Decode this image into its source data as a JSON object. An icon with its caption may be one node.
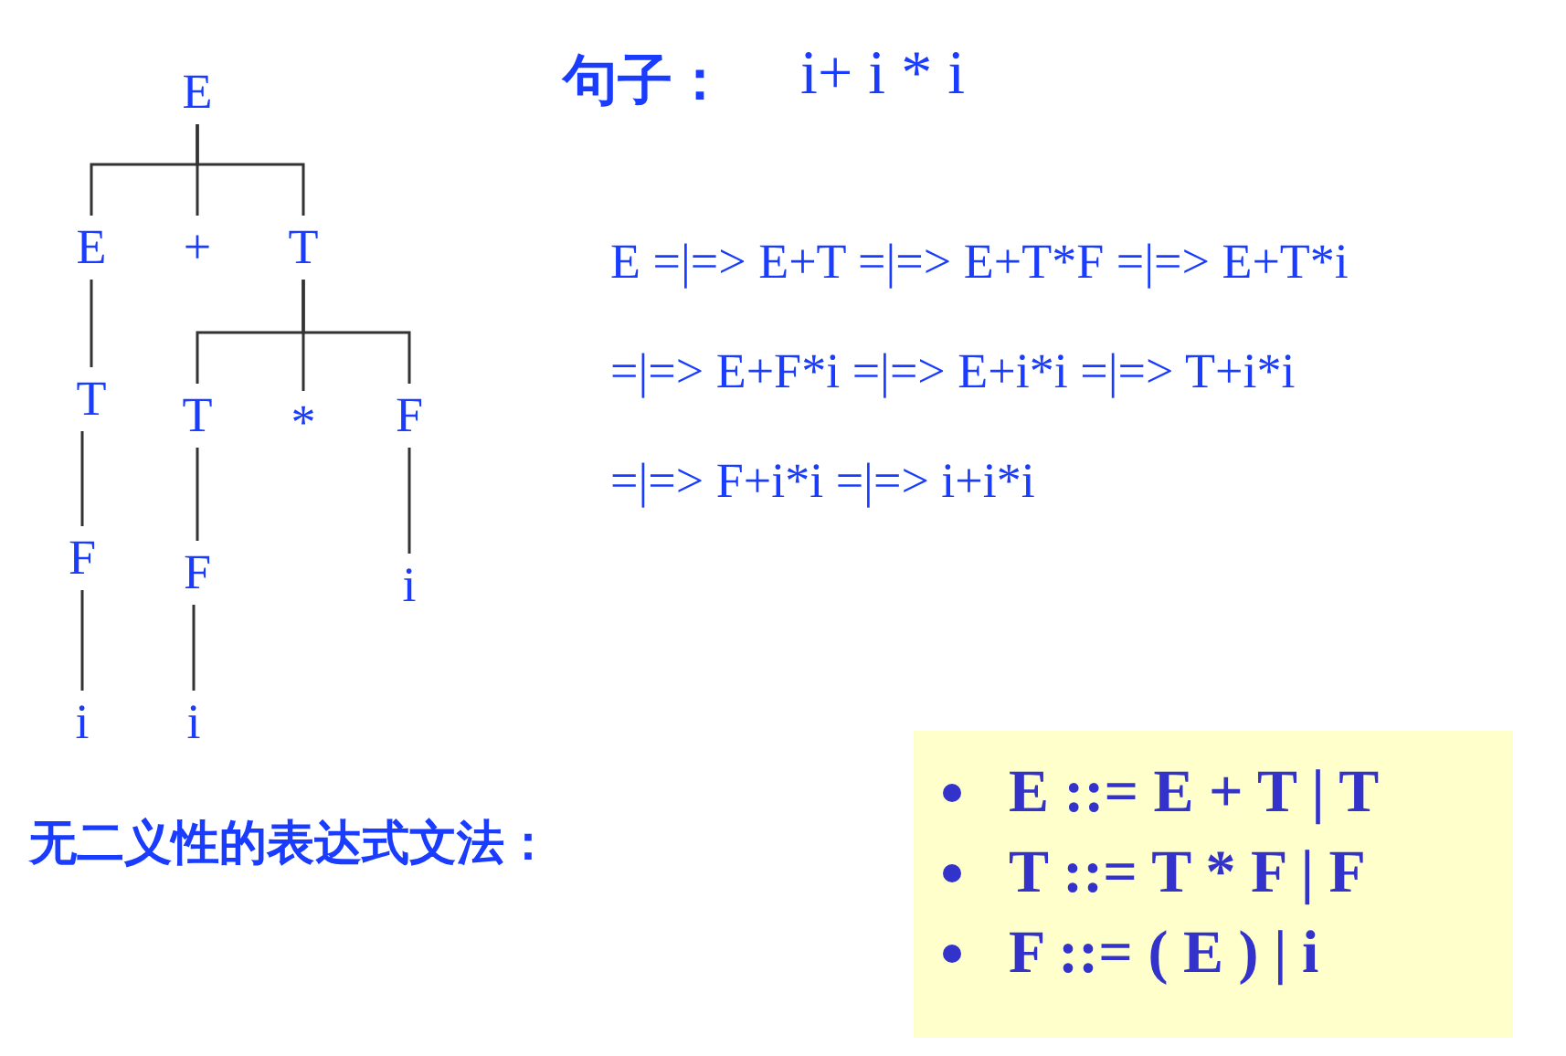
{
  "diagram": {
    "nodes": [
      {
        "text": [
          "E"
        ]
      },
      {
        "text": [
          "E"
        ]
      },
      {
        "text": [
          "+"
        ]
      },
      {
        "text": [
          "T"
        ]
      },
      {
        "text": [
          "T"
        ]
      },
      {
        "text": [
          "T"
        ]
      },
      {
        "text": [
          "*"
        ]
      },
      {
        "text": [
          "F"
        ]
      },
      {
        "text": [
          "F"
        ]
      },
      {
        "text": [
          "F"
        ]
      },
      {
        "text": [
          "i"
        ]
      },
      {
        "text": [
          "i"
        ]
      },
      {
        "text": [
          "i"
        ]
      },
      {
        "text": [
          "E ::= E + T | T",
          "T ::= T * F | F",
          "F ::= ( E ) | i"
        ]
      }
    ],
    "edges": [
      {
        "from": 0,
        "to": 1,
        "arrow": "none"
      },
      {
        "from": 0,
        "to": 2,
        "arrow": "none"
      },
      {
        "from": 0,
        "to": 3,
        "arrow": "none"
      },
      {
        "from": 1,
        "to": 4,
        "arrow": "none"
      },
      {
        "from": 3,
        "to": 5,
        "arrow": "none"
      },
      {
        "from": 3,
        "to": 6,
        "arrow": "none"
      },
      {
        "from": 3,
        "to": 7,
        "arrow": "none"
      },
      {
        "from": 4,
        "to": 8,
        "arrow": "none"
      },
      {
        "from": 5,
        "to": 9,
        "arrow": "none"
      },
      {
        "from": 7,
        "to": 10,
        "arrow": "none"
      },
      {
        "from": 8,
        "to": 11,
        "arrow": "none"
      },
      {
        "from": 9,
        "to": 12,
        "arrow": "none"
      }
    ],
    "labels": [
      "句子：",
      "i+ i * i",
      "E =|=> E+T =|=> E+T*F =|=> E+T*i",
      "=|=> E+F*i =|=> E+i*i =|=> T+i*i",
      "=|=> F+i*i =|=> i+i*i",
      "无二义性的表达式文法："
    ]
  }
}
